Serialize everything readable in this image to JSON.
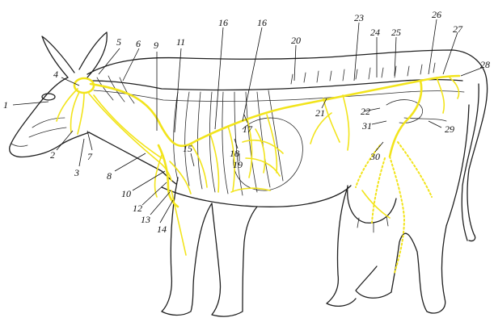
{
  "labels": [
    "1",
    "2",
    "3",
    "4",
    "5",
    "6",
    "7",
    "8",
    "9",
    "10",
    "11",
    "12",
    "13",
    "14",
    "15",
    "16",
    "16",
    "17",
    "18",
    "19",
    "20",
    "21",
    "22",
    "23",
    "24",
    "25",
    "26",
    "27",
    "28",
    "29",
    "30",
    "31"
  ],
  "colors": {
    "nerve": "#f2e41c",
    "outline": "#1f1f1f",
    "background": "#ffffff"
  }
}
